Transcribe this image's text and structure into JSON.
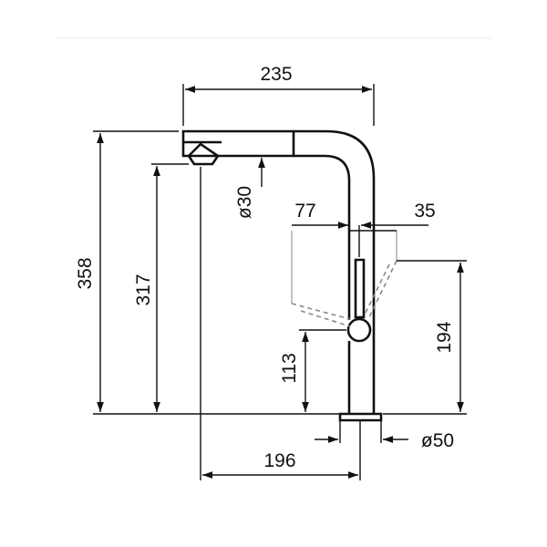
{
  "drawing": {
    "dimensions": {
      "total_width": "235",
      "total_height": "358",
      "spout_height": "317",
      "spray_diameter": "ø30",
      "lever_offset": "77",
      "lever_width": "35",
      "lever_height": "194",
      "base_to_lever": "113",
      "spout_reach": "196",
      "base_diameter": "ø50"
    },
    "colors": {
      "line": "#111111",
      "dashed": "#888888",
      "background": "#ffffff"
    }
  }
}
